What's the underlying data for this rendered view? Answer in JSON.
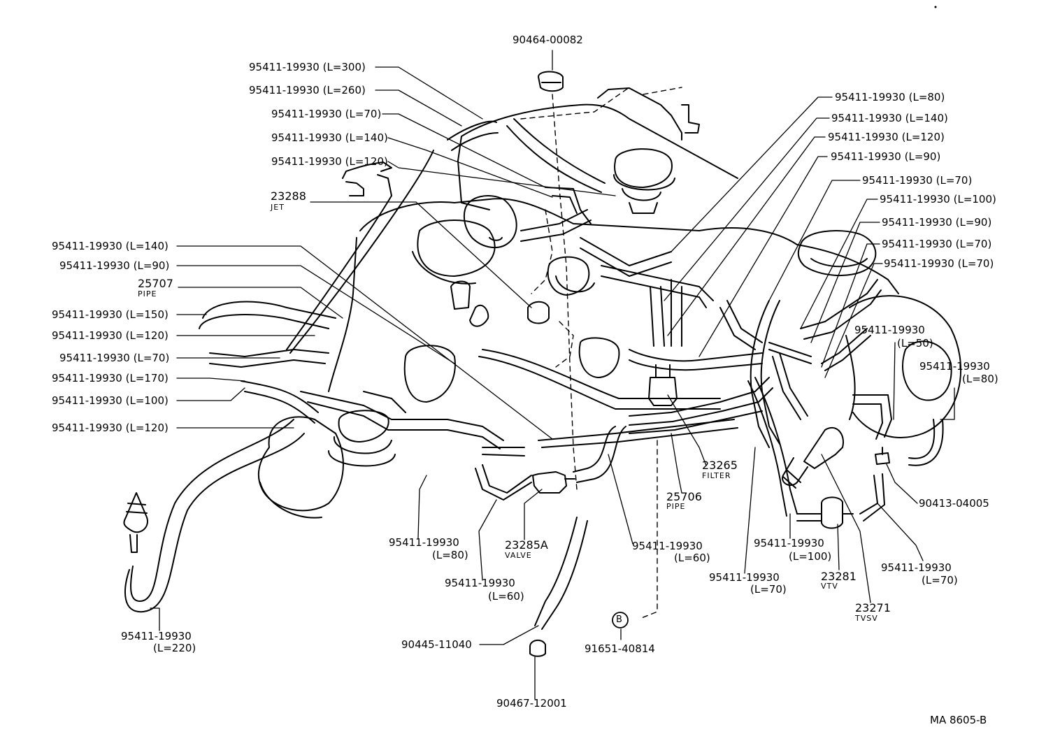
{
  "labels": {
    "p90464_00082": "90464-00082",
    "l300": "95411-19930 (L=300)",
    "l260": "95411-19930 (L=260)",
    "l70a": "95411-19930 (L=70)",
    "l140a": "95411-19930 (L=140)",
    "l120a": "95411-19930 (L=120)",
    "p23288": "23288",
    "jet": "JET",
    "l140b": "95411-19930 (L=140)",
    "l90a": "95411-19930 (L=90)",
    "p25707": "25707",
    "pipe1": "PIPE",
    "l150": "95411-19930 (L=150)",
    "l120b": "95411-19930 (L=120)",
    "l70b": "95411-19930 (L=70)",
    "l170": "95411-19930 (L=170)",
    "l100a": "95411-19930 (L=100)",
    "l120c": "95411-19930 (L=120)",
    "r80": "95411-19930 (L=80)",
    "r140": "95411-19930 (L=140)",
    "r120": "95411-19930 (L=120)",
    "r90a": "95411-19930 (L=90)",
    "r70a": "95411-19930 (L=70)",
    "r100": "95411-19930 (L=100)",
    "r90b": "95411-19930 (L=90)",
    "r70b": "95411-19930 (L=70)",
    "r70c": "95411-19930 (L=70)",
    "r50_num": "95411-19930",
    "r50_len": "(L=50)",
    "r80b_num": "95411-19930",
    "r80b_len": "(L=80)",
    "p90413": "90413-04005",
    "p23265": "23265",
    "filter": "FILTER",
    "p25706": "25706",
    "pipe2": "PIPE",
    "b80_num": "95411-19930",
    "b80_len": "(L=80)",
    "p23285A": "23285A",
    "valve": "VALVE",
    "b60a_num": "95411-19930",
    "b60a_len": "(L=60)",
    "b60b_num": "95411-19930",
    "b60b_len": "(L=60)",
    "b100_num": "95411-19930",
    "b100_len": "(L=100)",
    "b70a_num": "95411-19930",
    "b70a_len": "(L=70)",
    "p23281": "23281",
    "vtv": "VTV",
    "p23271": "23271",
    "tvsv": "TVSV",
    "b70b_num": "95411-19930",
    "b70b_len": "(L=70)",
    "b220_num": "95411-19930",
    "b220_len": "(L=220)",
    "p90445": "90445-11040",
    "b_marker": "B",
    "p91651": "91651-40814",
    "p90467": "90467-12001",
    "ref": "MA 8605-B"
  }
}
